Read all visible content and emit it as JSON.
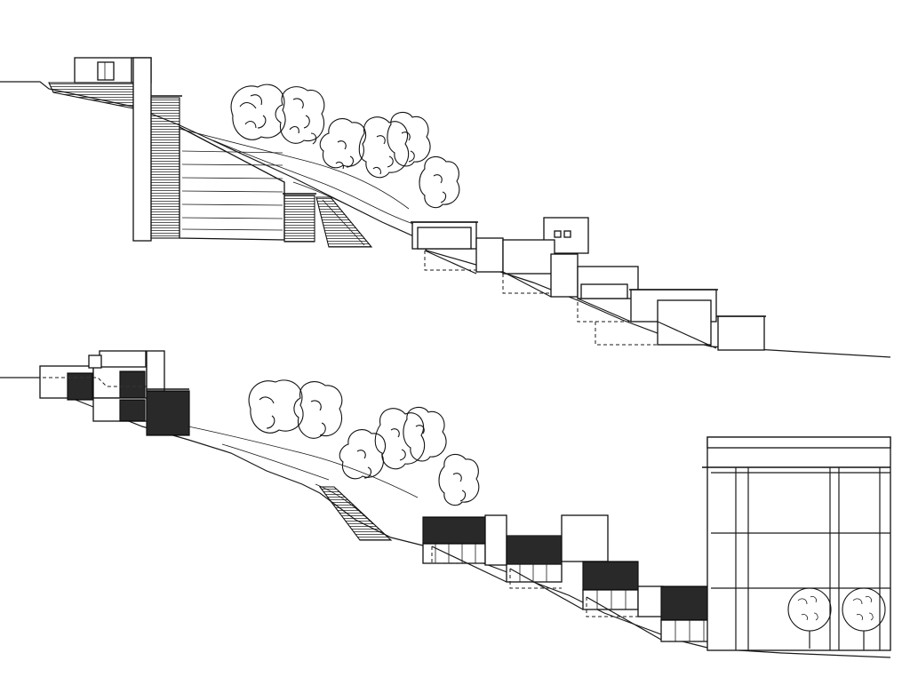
{
  "drawing": {
    "type": "architectural-sections",
    "views": [
      {
        "id": "upper-section",
        "kind": "longitudinal section"
      },
      {
        "id": "lower-elevation",
        "kind": "elevation"
      }
    ],
    "ink_color": "#111111",
    "paper_color": "#ffffff"
  }
}
